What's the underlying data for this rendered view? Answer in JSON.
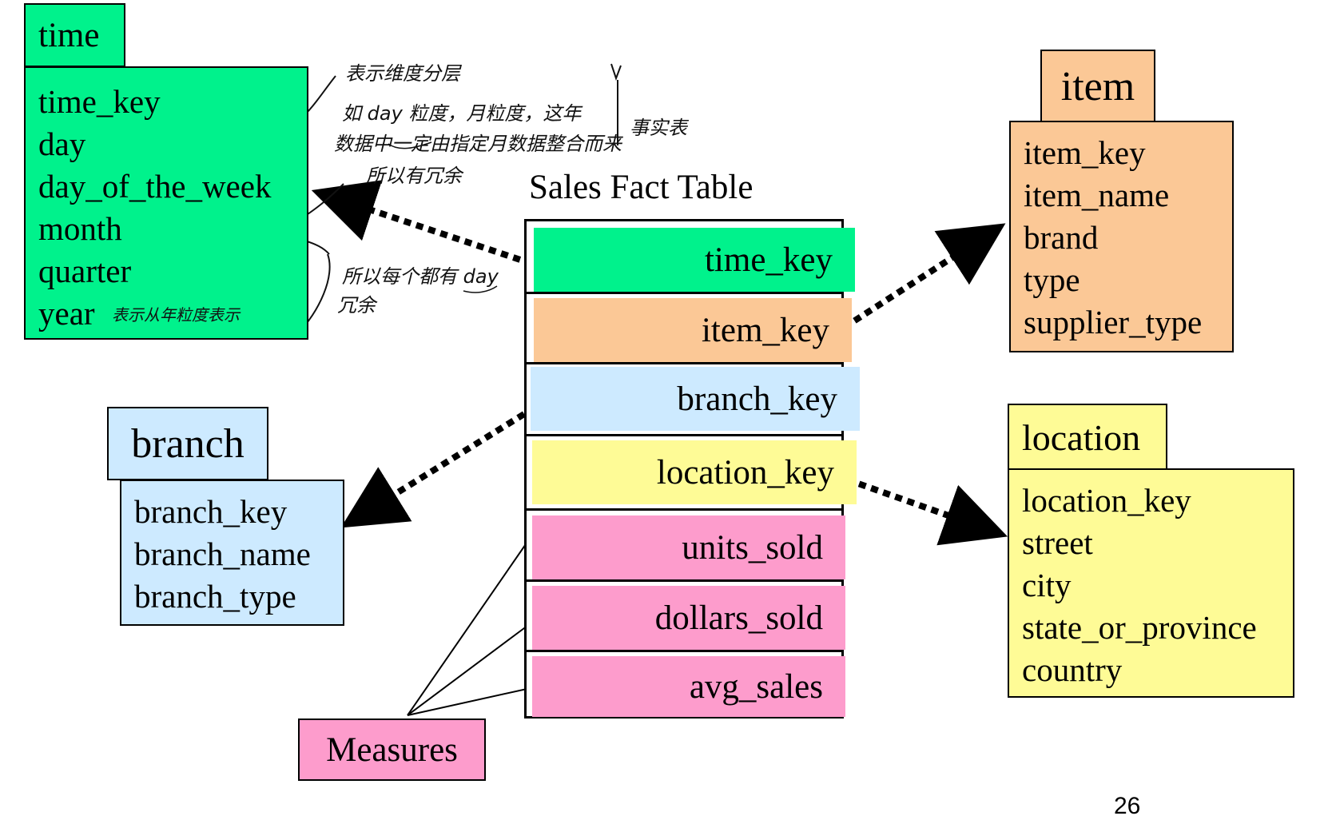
{
  "colors": {
    "time": "#00f28c",
    "item": "#fbc896",
    "branch": "#cdeaff",
    "location": "#fefb96",
    "measures": "#fd9ccc"
  },
  "dimensions": {
    "time": {
      "name": "time",
      "attributes": [
        "time_key",
        "day",
        "day_of_the_week",
        "month",
        "quarter",
        "year"
      ]
    },
    "item": {
      "name": "item",
      "attributes": [
        "item_key",
        "item_name",
        "brand",
        "type",
        "supplier_type"
      ]
    },
    "branch": {
      "name": "branch",
      "attributes": [
        "branch_key",
        "branch_name",
        "branch_type"
      ]
    },
    "location": {
      "name": "location",
      "attributes": [
        "location_key",
        "street",
        "city",
        "state_or_province",
        "country"
      ]
    }
  },
  "fact_table": {
    "title": "Sales Fact Table",
    "keys": [
      "time_key",
      "item_key",
      "branch_key",
      "location_key"
    ],
    "measures": [
      "units_sold",
      "dollars_sold",
      "avg_sales"
    ]
  },
  "measures_label": "Measures",
  "annotations": {
    "note_1": "表示维度分层",
    "note_2": "如 day 粒度，月粒度，这年",
    "note_3": "数据中一定由指定月数据整合而来",
    "note_4": "所以有冗余",
    "note_fact": "事实表",
    "note_day": "所以每个都有 day",
    "note_redundant": "冗余",
    "note_year": "表示从年粒度表示"
  },
  "page_number": "26"
}
